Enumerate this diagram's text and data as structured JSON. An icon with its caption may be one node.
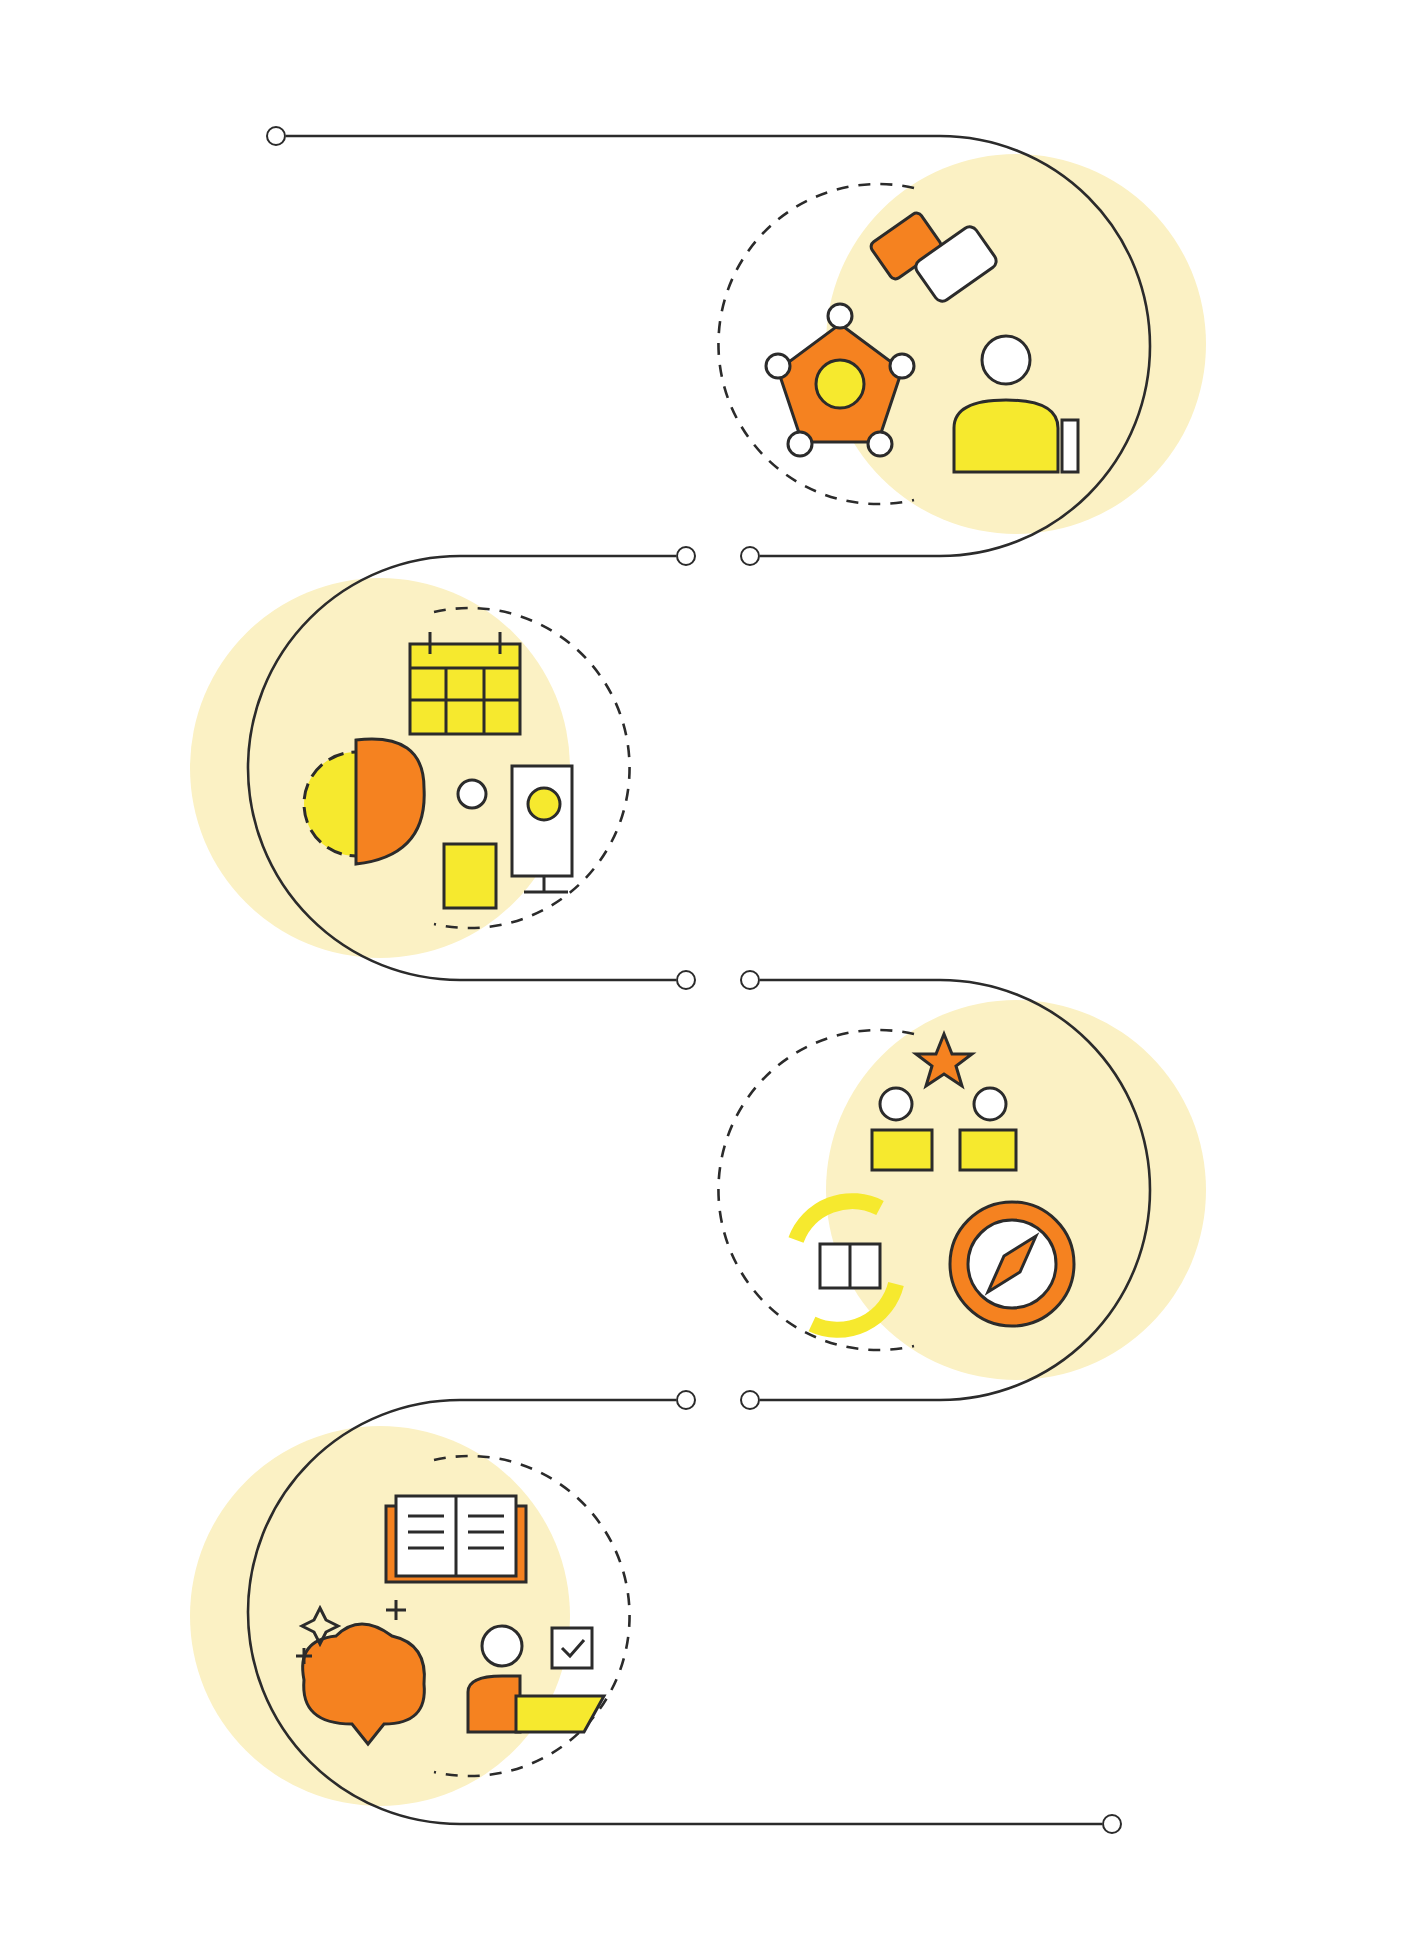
{
  "diagram": {
    "nodes": [
      {
        "text": [],
        "shape": "circle"
      },
      {
        "text": [],
        "shape": "circle"
      },
      {
        "text": [],
        "shape": "circle"
      },
      {
        "text": [],
        "shape": "circle"
      },
      {
        "text": [],
        "shape": "circle"
      },
      {
        "text": [],
        "shape": "circle"
      },
      {
        "text": [],
        "shape": "circle"
      },
      {
        "text": [],
        "shape": "circle"
      }
    ],
    "edges": [
      {
        "from": 0,
        "to": 2,
        "arrow": "none"
      },
      {
        "from": 1,
        "to": 3,
        "arrow": "none"
      },
      {
        "from": 4,
        "to": 6,
        "arrow": "none"
      },
      {
        "from": 5,
        "to": 7,
        "arrow": "none"
      }
    ]
  }
}
